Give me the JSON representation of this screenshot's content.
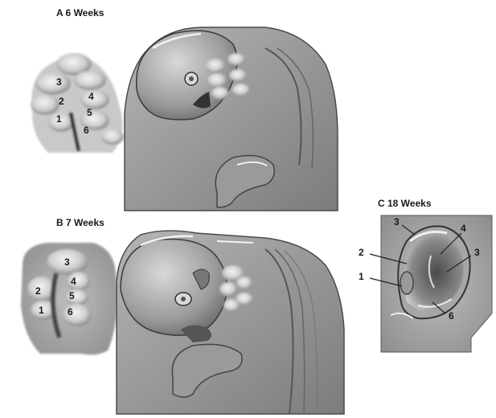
{
  "panels": {
    "a": {
      "title": "A  6 Weeks",
      "hillocks": [
        "3",
        "2",
        "4",
        "1",
        "5",
        "6"
      ]
    },
    "b": {
      "title": "B 7 Weeks",
      "hillocks": [
        "3",
        "4",
        "2",
        "5",
        "1",
        "6"
      ]
    },
    "c": {
      "title": "C 18 Weeks",
      "parts": [
        "3",
        "4",
        "2",
        "3",
        "1",
        "6"
      ]
    }
  }
}
